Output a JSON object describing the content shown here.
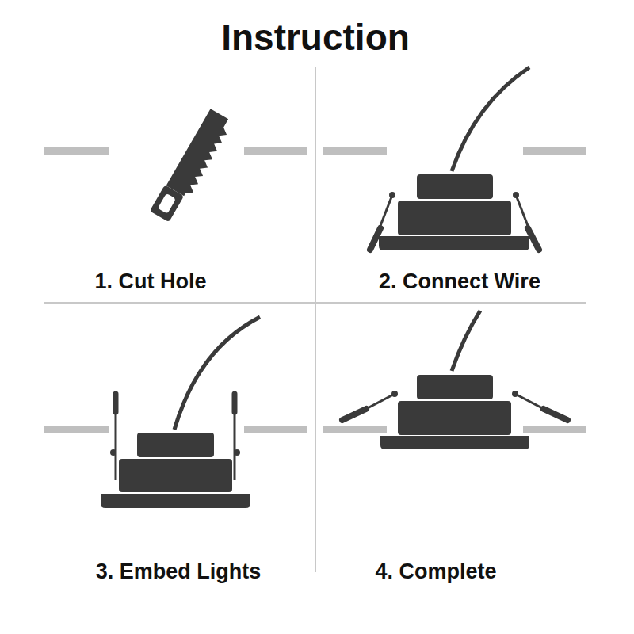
{
  "diagram": {
    "title": "Instruction",
    "labels": [
      "1. Cut Hole",
      "2. Connect Wire",
      "3. Embed Lights",
      "4. Complete"
    ]
  }
}
